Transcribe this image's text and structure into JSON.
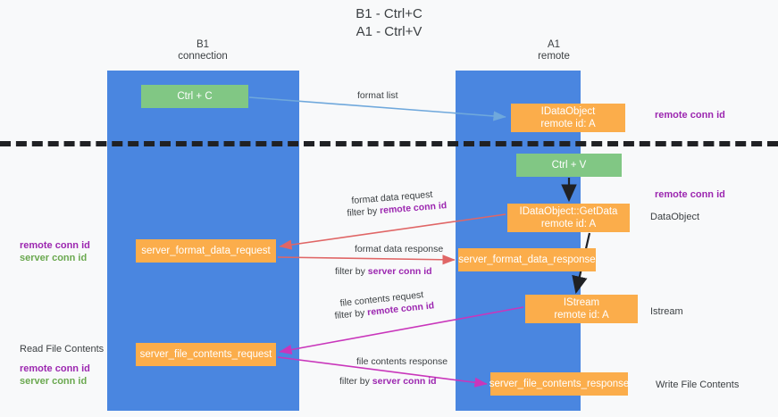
{
  "title": {
    "line1": "B1 - Ctrl+C",
    "line2": "A1 - Ctrl+V"
  },
  "lanes": [
    {
      "id": "b1",
      "line1": "B1",
      "line2": "connection",
      "color": "#4a86e0"
    },
    {
      "id": "a1",
      "line1": "A1",
      "line2": "remote",
      "color": "#4a86e0"
    }
  ],
  "nodes": {
    "ctrl_c": {
      "label": "Ctrl + C",
      "sub": "",
      "color": "#81c784"
    },
    "idataobject": {
      "label": "IDataObject",
      "sub": "remote id: A",
      "color": "#fbad4b"
    },
    "ctrl_v": {
      "label": "Ctrl + V",
      "sub": "",
      "color": "#81c784"
    },
    "getdata": {
      "label": "IDataObject::GetData",
      "sub": "remote id: A",
      "color": "#fbad4b"
    },
    "server_format_data_request": {
      "label": "server_format_data_request",
      "sub": "",
      "color": "#fbad4b"
    },
    "server_format_data_response": {
      "label": "server_format_data_response",
      "sub": "",
      "color": "#fbad4b"
    },
    "istream": {
      "label": "IStream",
      "sub": "remote id: A",
      "color": "#fbad4b"
    },
    "server_file_contents_request": {
      "label": "server_file_contents_request",
      "sub": "",
      "color": "#fbad4b"
    },
    "server_file_contents_response": {
      "label": "server_file_contents_response",
      "sub": "",
      "color": "#fbad4b"
    }
  },
  "edge_labels": {
    "format_list": "format list",
    "format_data_request": "format data request",
    "format_data_request_filter_prefix": "filter by ",
    "format_data_request_filter_key": "remote conn id",
    "format_data_response": "format data response",
    "format_data_response_filter_prefix": "filter by ",
    "format_data_response_filter_key": "server conn id",
    "file_contents_request": "file contents request",
    "file_contents_request_filter_prefix": "filter by ",
    "file_contents_request_filter_key": "remote conn id",
    "file_contents_response": "file contents response",
    "file_contents_response_filter_prefix": "filter by ",
    "file_contents_response_filter_key": "server conn id"
  },
  "annotations": {
    "remote_conn_id_top": "remote conn id",
    "remote_conn_id_mid": "remote conn id",
    "dataobject": "DataObject",
    "istream": "Istream",
    "write_file_contents": "Write File Contents",
    "read_file_contents": "Read File Contents",
    "left_remote_conn_id_1": "remote conn id",
    "left_server_conn_id_1": "server conn id",
    "left_remote_conn_id_2": "remote conn id",
    "left_server_conn_id_2": "server conn id"
  },
  "colors": {
    "lane": "#4a86e0",
    "green_node": "#81c784",
    "orange_node": "#fbad4b",
    "purple_text": "#9c27b0",
    "green_text": "#6aa84f",
    "arrow_blue": "#6fa8dc",
    "arrow_red": "#e06666",
    "arrow_magenta": "#c936bb",
    "arrow_black": "#202124",
    "background": "#f8f9fa",
    "separator": "#202124"
  }
}
